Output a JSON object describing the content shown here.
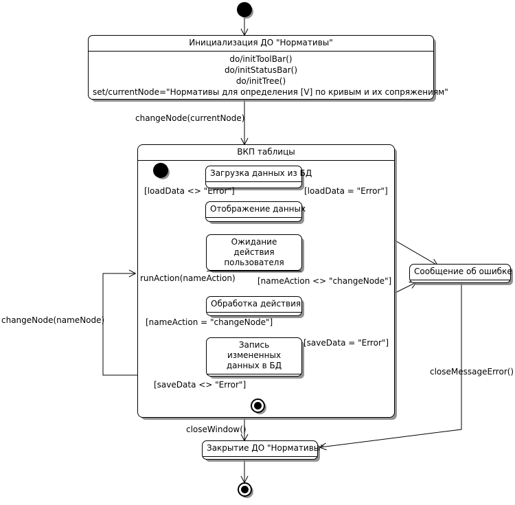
{
  "diagram": {
    "type": "uml-state-machine",
    "title": "Инициализация ДО \"Нормативы\"",
    "language": "ru"
  },
  "nodes": {
    "start": {
      "kind": "initial-state",
      "label": ""
    },
    "init_state": {
      "kind": "state",
      "name": "Инициализация ДО \"Нормативы\"",
      "actions": [
        "do/initToolBar()",
        "do/initStatusBar()",
        "do/initTree()",
        "set/currentNode=\"Нормативы для определения [V] по кривым и их сопряжениям\""
      ]
    },
    "composite": {
      "kind": "composite-state",
      "name": "ВКП таблицы"
    },
    "inner_start": {
      "kind": "initial-state",
      "label": ""
    },
    "load_data": {
      "kind": "state",
      "name": "Загрузка данных из БД"
    },
    "show_data": {
      "kind": "state",
      "name": "Отображение данных"
    },
    "wait_action": {
      "kind": "state",
      "name_line1": "Ожидание действия",
      "name_line2": "пользователя"
    },
    "process_action": {
      "kind": "state",
      "name": "Обработка действия"
    },
    "save_data": {
      "kind": "state",
      "name_line1": "Запись измененных",
      "name_line2": "данных в БД"
    },
    "inner_final": {
      "kind": "final-state",
      "label": ""
    },
    "error_message": {
      "kind": "state",
      "name": "Сообщение об ошибке"
    },
    "close_state": {
      "kind": "state",
      "name": "Закрытие ДО \"Нормативы\""
    },
    "final": {
      "kind": "final-state",
      "label": ""
    }
  },
  "edge_labels": {
    "change_node_current": "changeNode(currentNode)",
    "load_ok": "[loadData <> \"Error\"]",
    "load_error": "[loadData = \"Error\"]",
    "run_action": "runAction(nameAction)",
    "name_action_ne": "[nameAction <> \"changeNode\"]",
    "name_action_eq": "[nameAction = \"changeNode\"]",
    "save_error": "[saveData = \"Error\"]",
    "save_ok": "[saveData <> \"Error\"]",
    "change_node_name": "changeNode(nameNode)",
    "close_window": "closeWindow()",
    "close_message_error": "closeMessageError()"
  },
  "colors": {
    "stroke": "#000000",
    "fill": "#ffffff",
    "shadow": "#808080"
  }
}
